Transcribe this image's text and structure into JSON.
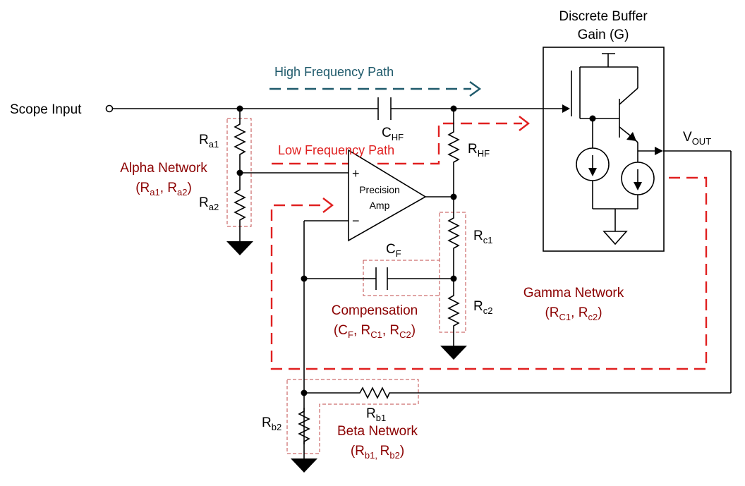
{
  "buffer": {
    "title_line1": "Discrete Buffer",
    "title_line2": "Gain (G)"
  },
  "labels": {
    "scope_input": "Scope Input",
    "high_freq_path": "High Frequency Path",
    "low_freq_path": "Low Frequency Path",
    "precision_amp_line1": "Precision",
    "precision_amp_line2": "Amp",
    "plus": "+",
    "minus": "−",
    "vout_main": "V",
    "vout_sub": "OUT",
    "c_hf_main": "C",
    "c_hf_sub": "HF",
    "r_hf_main": "R",
    "r_hf_sub": "HF",
    "r_a1_main": "R",
    "r_a1_sub": "a1",
    "r_a2_main": "R",
    "r_a2_sub": "a2",
    "c_f_main": "C",
    "c_f_sub": "F",
    "r_c1_main": "R",
    "r_c1_sub": "c1",
    "r_c2_main": "R",
    "r_c2_sub": "c2",
    "r_b1_main": "R",
    "r_b1_sub": "b1",
    "r_b2_main": "R",
    "r_b2_sub": "b2"
  },
  "networks": {
    "alpha": {
      "title": "Alpha Network",
      "p1": "(R",
      "s1": "a1",
      "p2": ", R",
      "s2": "a2",
      "p3": ")"
    },
    "gamma": {
      "title": "Gamma Network",
      "p1": "(R",
      "s1": "C1",
      "p2": ", R",
      "s2": "c2",
      "p3": ")"
    },
    "compensation": {
      "title": "Compensation",
      "p1": "(C",
      "s1": "F",
      "p2": ", R",
      "s2": "C1",
      "p3": ", R",
      "s3": "C2",
      "p4": ")"
    },
    "beta": {
      "title": "Beta Network",
      "p1": "(R",
      "s1": "b1, ",
      "p2": "R",
      "s2": "b2",
      "p3": ")"
    }
  },
  "colors": {
    "network_label": "#8b0000",
    "low_freq_path": "#e02020",
    "high_freq_path": "#1f5a6b"
  }
}
